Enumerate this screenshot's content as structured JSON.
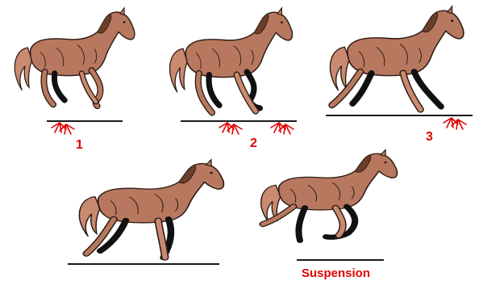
{
  "figure": {
    "colors": {
      "coat": "#b87860",
      "coat_light": "#c98a70",
      "outline": "#2a1a12",
      "dark_leg": "#111111",
      "ground": "#1a1a1a",
      "impact": "#e00000",
      "label": "#e00000"
    },
    "frames": [
      {
        "id": "frame-1",
        "label": "1",
        "impact_marks": 1
      },
      {
        "id": "frame-2",
        "label": "2",
        "impact_marks": 2
      },
      {
        "id": "frame-3",
        "label": "3",
        "impact_marks": 1
      },
      {
        "id": "frame-4",
        "label": "",
        "impact_marks": 0
      },
      {
        "id": "frame-5",
        "label": "Suspension",
        "impact_marks": 0
      }
    ]
  }
}
